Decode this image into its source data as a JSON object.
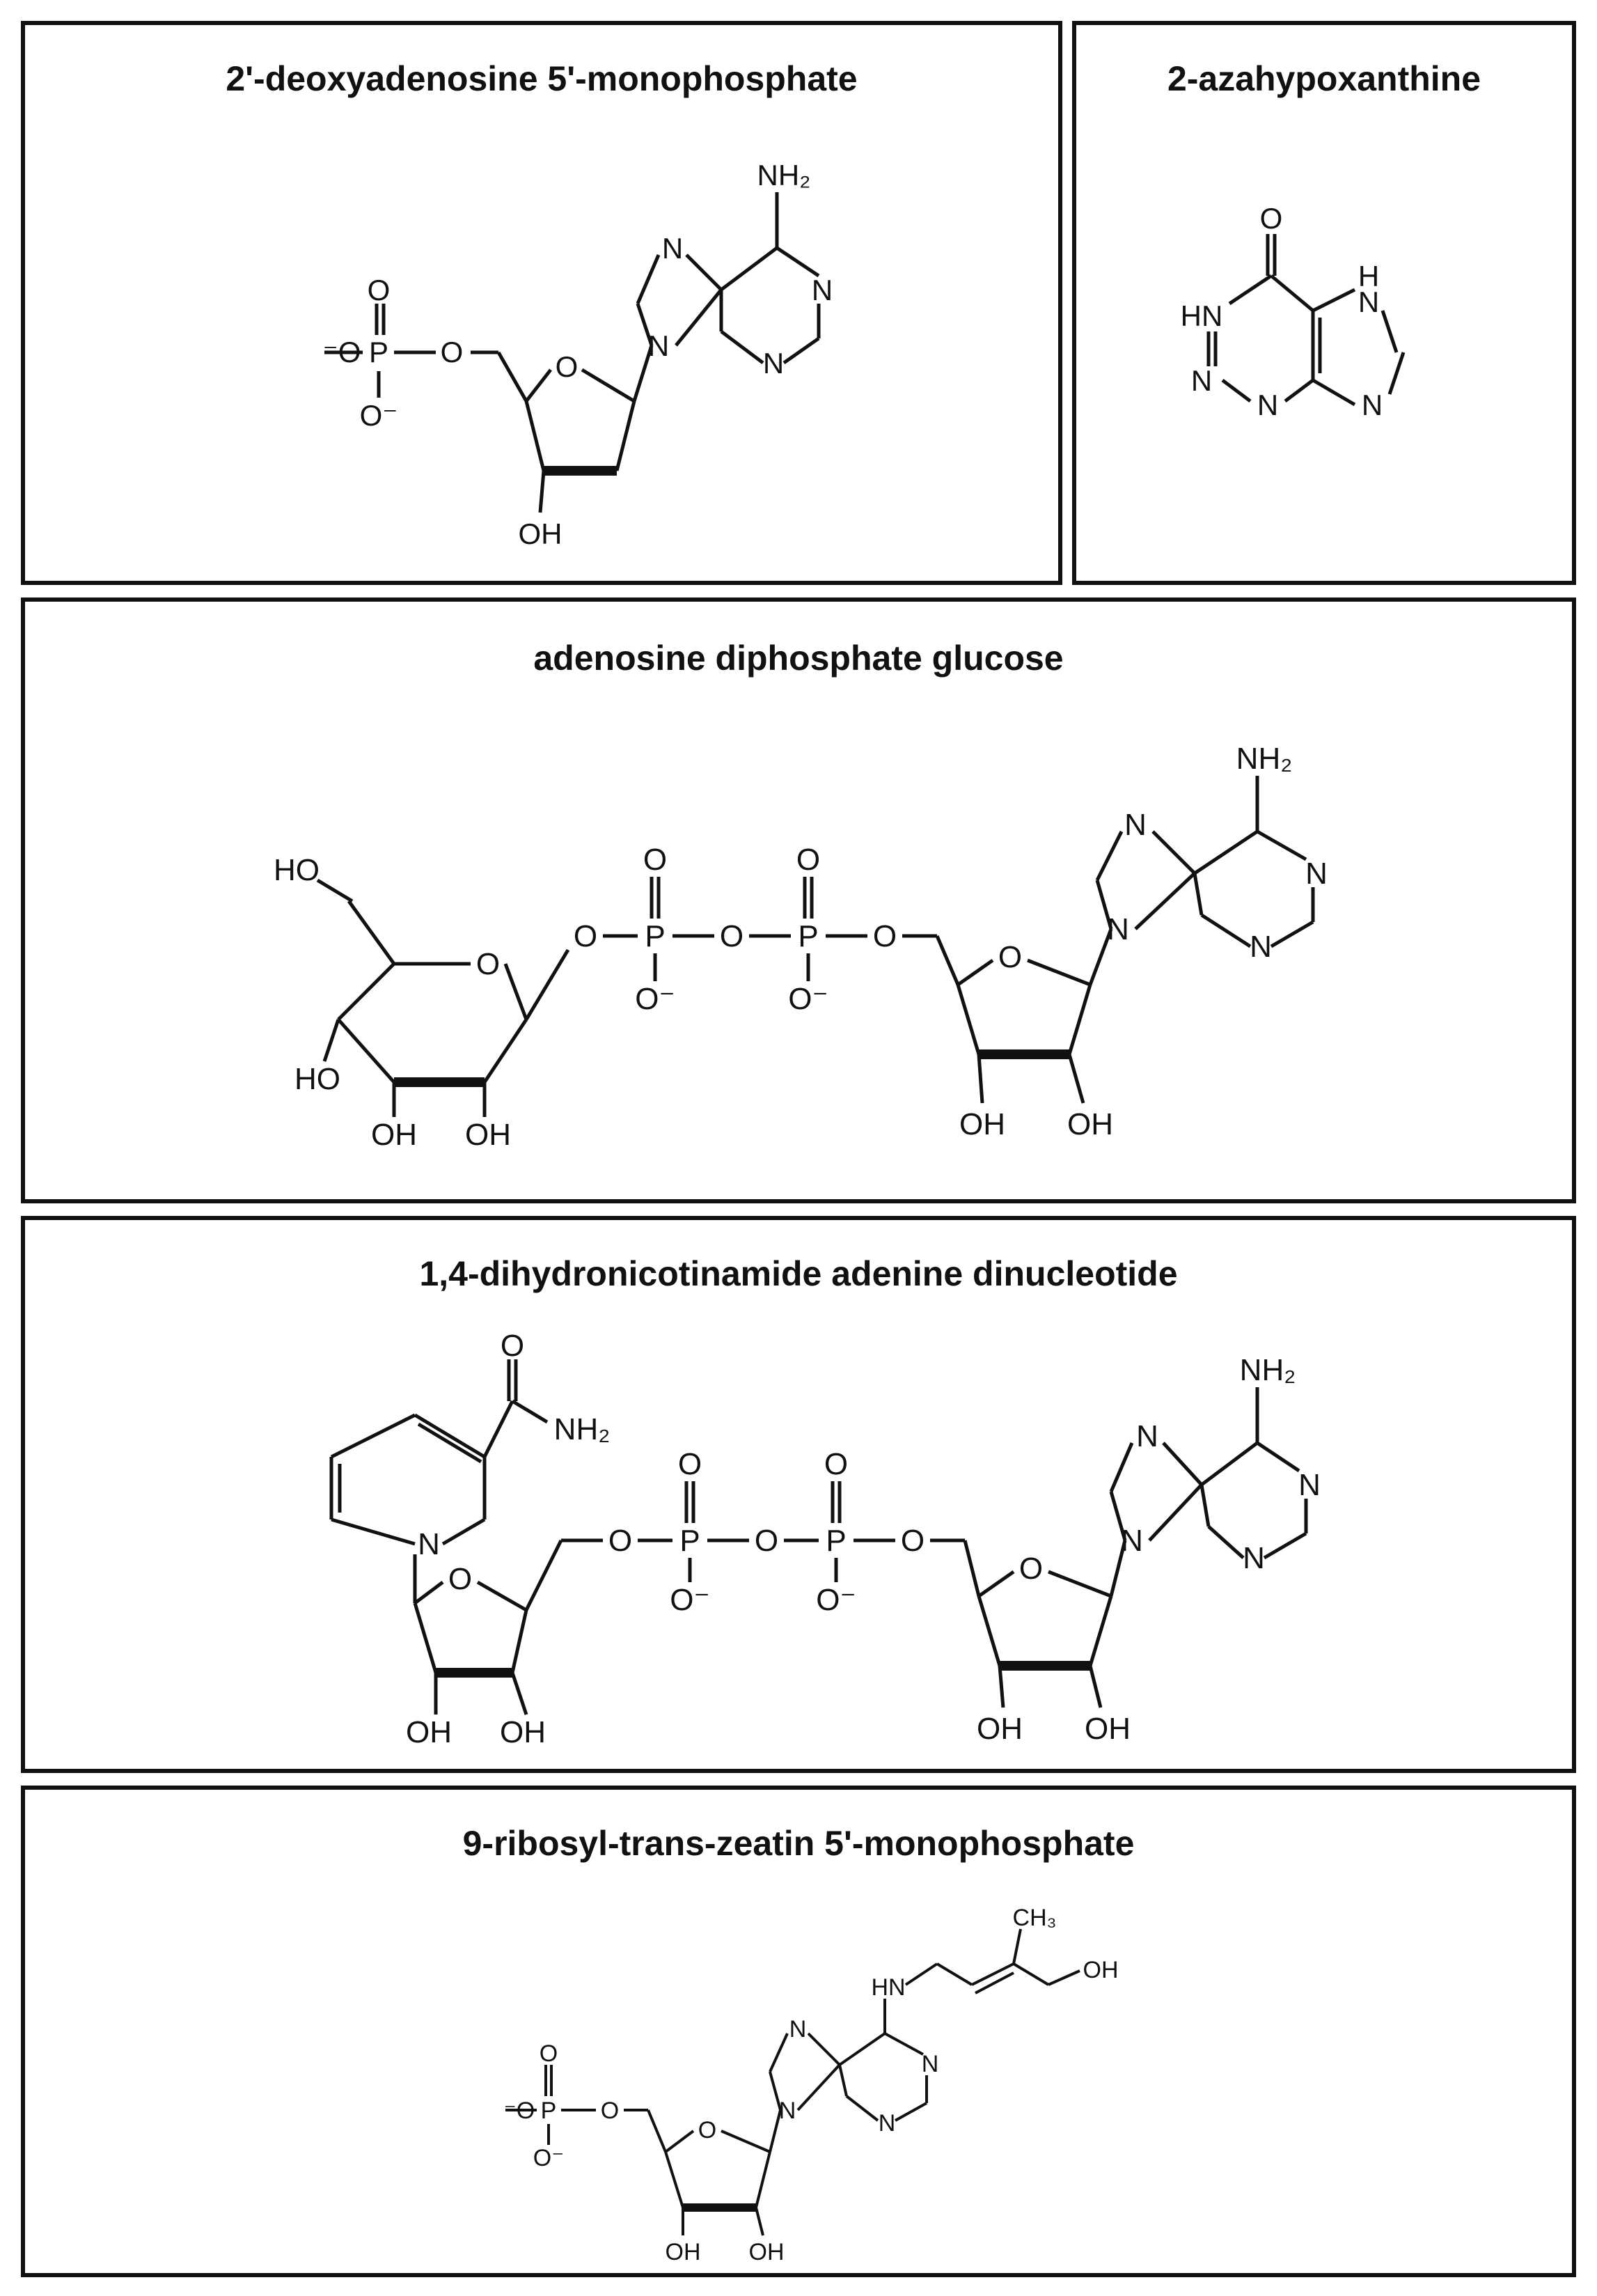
{
  "panels": [
    {
      "id": "p1",
      "title": "2'-deoxyadenosine 5'-monophosphate"
    },
    {
      "id": "p2",
      "title": "2-azahypoxanthine"
    },
    {
      "id": "p3",
      "title": "adenosine diphosphate glucose"
    },
    {
      "id": "p4",
      "title": "1,4-dihydronicotinamide adenine dinucleotide"
    },
    {
      "id": "p5",
      "title": "9-ribosyl-trans-zeatin 5'-monophosphate"
    }
  ],
  "atoms": {
    "NH2": "NH2",
    "N": "N",
    "O": "O",
    "P": "P",
    "OH": "OH",
    "HO": "HO",
    "HN": "HN",
    "H": "H",
    "CH3": "CH3",
    "O_minus": "O-",
    "minus_O": "-O"
  }
}
